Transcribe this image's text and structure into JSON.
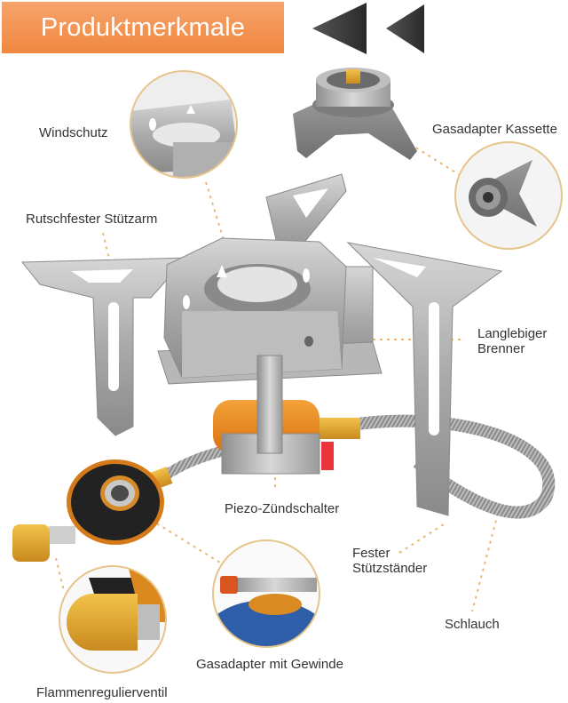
{
  "header": {
    "title": "Produktmerkmale",
    "banner_color": "#f0883f",
    "nav_icon": "double-left-arrow-icon"
  },
  "callouts": [
    {
      "id": "windschutz",
      "label": "Windschutz"
    },
    {
      "id": "gasadapter-kassette",
      "label": "Gasadapter Kassette"
    },
    {
      "id": "stuetzarm",
      "label": "Rutschfester Stützarm"
    },
    {
      "id": "brenner",
      "label_line1": "Langlebiger",
      "label_line2": "Brenner"
    },
    {
      "id": "piezo",
      "label": "Piezo-Zündschalter"
    },
    {
      "id": "stuetzstaender",
      "label_line1": "Fester",
      "label_line2": "Stützständer"
    },
    {
      "id": "schlauch",
      "label": "Schlauch"
    },
    {
      "id": "gasadapter-gewinde",
      "label": "Gasadapter mit Gewinde"
    },
    {
      "id": "flammenregulierventil",
      "label": "Flammenregulierventil"
    }
  ],
  "colors": {
    "accent": "#f0883f",
    "leader_line": "#e8b878",
    "circle_border": "#e6c48a",
    "steel": "#a8a8a8",
    "brass": "#d9a036",
    "piezo_red": "#e8343a",
    "canister_blue": "#2e5fa8"
  }
}
